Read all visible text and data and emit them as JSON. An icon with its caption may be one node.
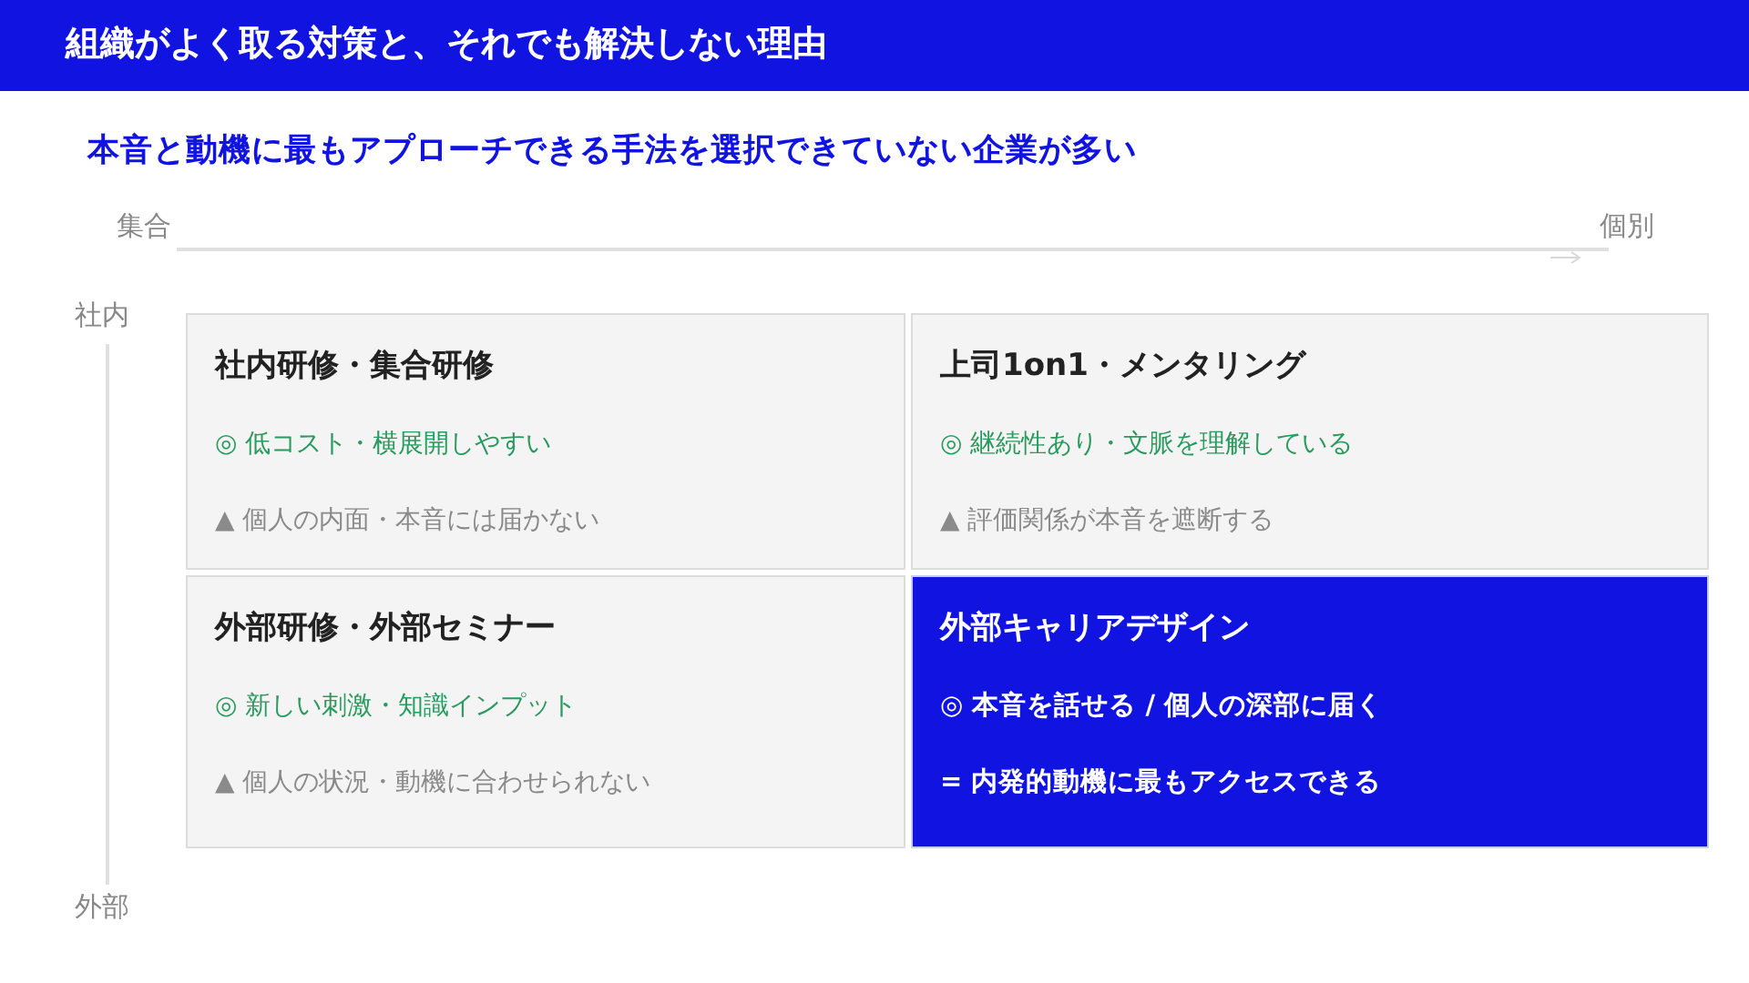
{
  "diagram": {
    "title": "組織がよく取る対策と、それでも解決しない理由",
    "nodes": [
      {
        "text": [
          "社内研修・集合研修",
          "◎ 低コスト・横展開しやすい",
          "▲ 個人の内面・本音には届かない"
        ]
      },
      {
        "text": [
          "上司1on1・メンタリング",
          "◎ 継続性あり・文脈を理解している",
          "▲ 評価関係が本音を遮断する"
        ]
      },
      {
        "text": [
          "外部研修・外部セミナー",
          "◎ 新しい刺激・知識インプット",
          "▲ 個人の状況・動機に合わせられない"
        ]
      },
      {
        "text": [
          "外部キャリアデザイン",
          "◎ 本音を話せる / 個人の深部に届く",
          "= 内発的動機に最もアクセスできる"
        ]
      }
    ],
    "labels": [
      "本音と動機に最もアプローチできる手法を選択できていない企業が多い",
      "集合",
      "個別",
      "社内",
      "外部"
    ]
  }
}
